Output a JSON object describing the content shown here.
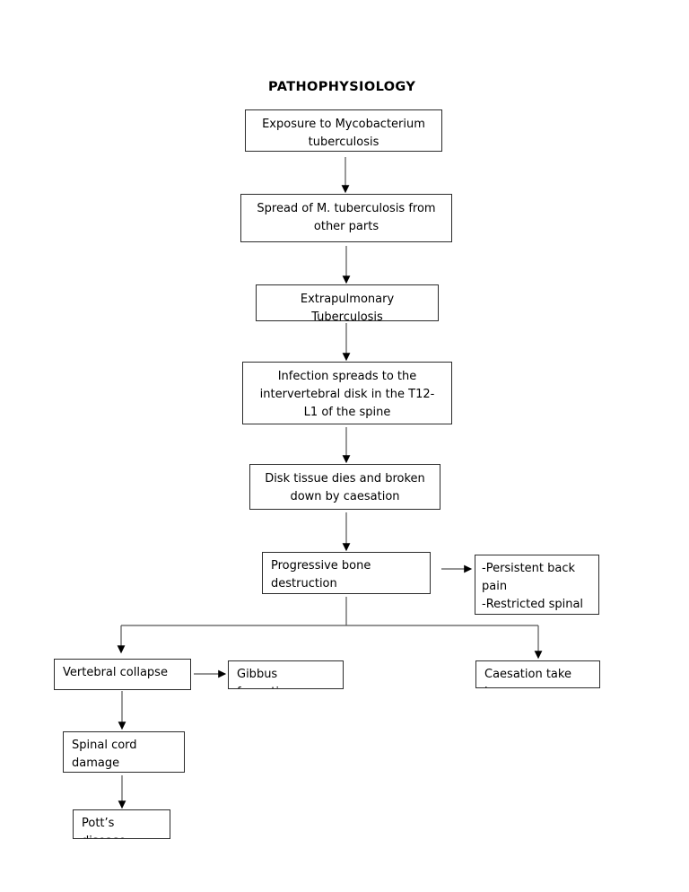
{
  "title": "PATHOPHYSIOLOGY",
  "diagram": {
    "type": "flowchart",
    "orientation": "top-to-bottom",
    "nodes": [
      {
        "id": "exposure",
        "label": "Exposure to Mycobacterium\ntuberculosis"
      },
      {
        "id": "spread",
        "label": "Spread of M. tuberculosis from\nother parts"
      },
      {
        "id": "extrapul",
        "label": "Extrapulmonary\nTuberculosis"
      },
      {
        "id": "infection",
        "label": "Infection spreads to the\nintervertebral disk in the T12-\nL1 of the spine"
      },
      {
        "id": "disktissue",
        "label": "Disk tissue dies and broken\ndown by caesation"
      },
      {
        "id": "progressive",
        "label": "Progressive bone\ndestruction"
      },
      {
        "id": "symptoms",
        "label": "-Persistent back\npain\n-Restricted spinal\nmovements"
      },
      {
        "id": "vertebral",
        "label": "Vertebral collapse"
      },
      {
        "id": "gibbus",
        "label": "Gibbus\nformation"
      },
      {
        "id": "caesation",
        "label": "Caesation take\nin"
      },
      {
        "id": "spinalcord",
        "label": "Spinal cord\ndamage"
      },
      {
        "id": "potts",
        "label": "Pott’s\ndisease"
      }
    ],
    "edges": [
      {
        "from": "exposure",
        "to": "spread"
      },
      {
        "from": "spread",
        "to": "extrapul"
      },
      {
        "from": "extrapul",
        "to": "infection"
      },
      {
        "from": "infection",
        "to": "disktissue"
      },
      {
        "from": "disktissue",
        "to": "progressive"
      },
      {
        "from": "progressive",
        "to": "symptoms"
      },
      {
        "from": "progressive",
        "to": "vertebral"
      },
      {
        "from": "progressive",
        "to": "caesation"
      },
      {
        "from": "vertebral",
        "to": "gibbus"
      },
      {
        "from": "vertebral",
        "to": "spinalcord"
      },
      {
        "from": "spinalcord",
        "to": "potts"
      }
    ]
  }
}
